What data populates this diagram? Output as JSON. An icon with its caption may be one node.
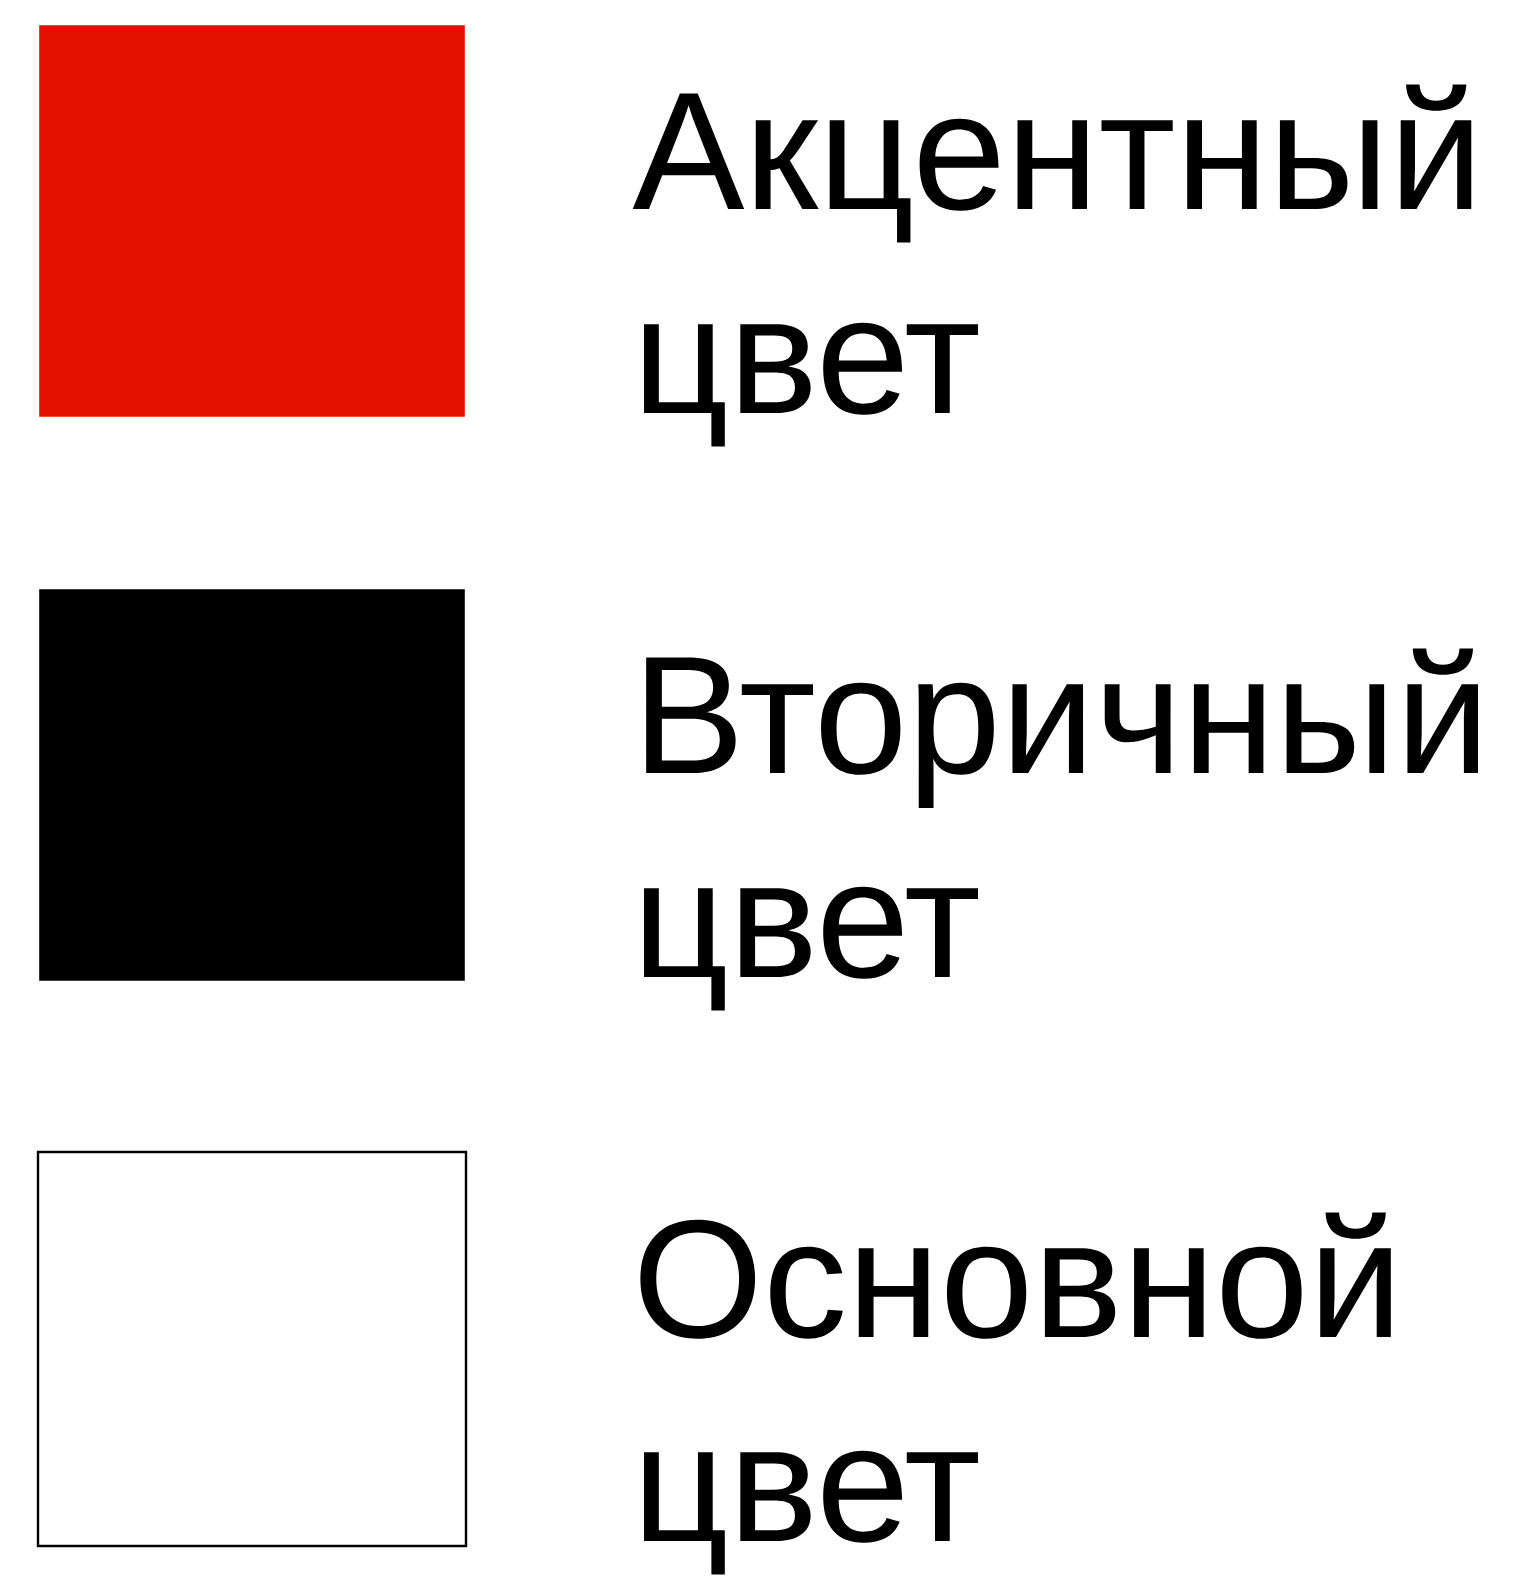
{
  "diagram": {
    "legend": [
      {
        "text": "Акцентный цвет",
        "color": "#e41100"
      },
      {
        "text": "Вторичный цвет",
        "color": "#000000"
      },
      {
        "text": "Основной цвет"
      }
    ]
  }
}
